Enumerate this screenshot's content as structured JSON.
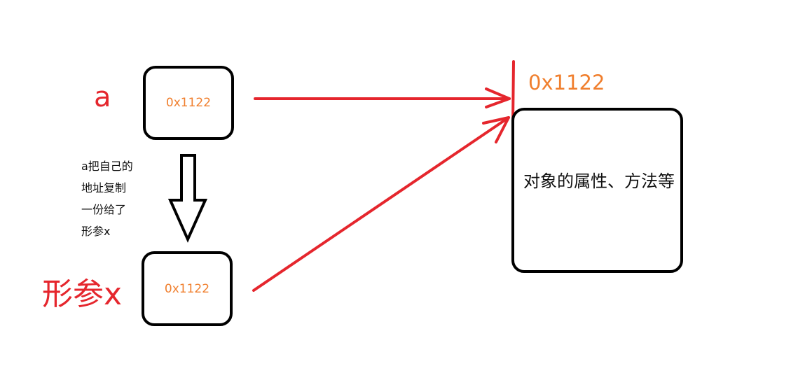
{
  "variable_a": {
    "name": "a",
    "address": "0x1122"
  },
  "param_x": {
    "name": "形参x",
    "address": "0x1122"
  },
  "copy_note": {
    "lines": [
      "a把自己的",
      "地址复制",
      "一份给了",
      "形参x"
    ]
  },
  "heap_object": {
    "address": "0x1122",
    "content": "对象的属性、方法等"
  },
  "colors": {
    "arrow_red": "#e5262d",
    "address_orange": "#f07f2e",
    "outline": "#000000"
  }
}
